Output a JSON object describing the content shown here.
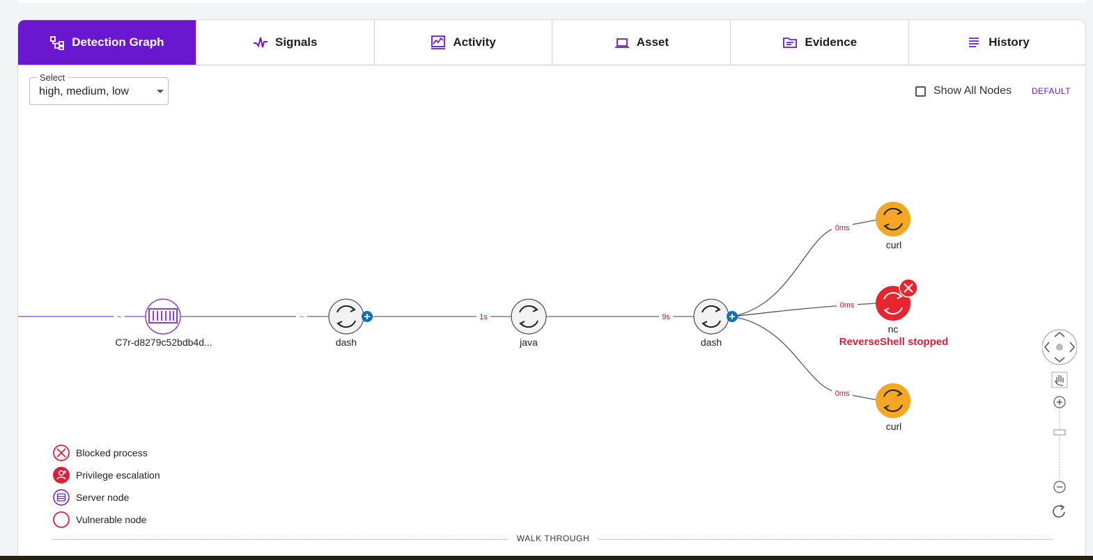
{
  "tabs": [
    {
      "label": "Detection Graph",
      "icon": "graph-icon",
      "active": true
    },
    {
      "label": "Signals",
      "icon": "pulse-icon",
      "active": false
    },
    {
      "label": "Activity",
      "icon": "activity-chart-icon",
      "active": false
    },
    {
      "label": "Asset",
      "icon": "laptop-icon",
      "active": false
    },
    {
      "label": "Evidence",
      "icon": "folder-icon",
      "active": false
    },
    {
      "label": "History",
      "icon": "list-icon",
      "active": false
    }
  ],
  "filter": {
    "label": "Select",
    "value": "high, medium, low"
  },
  "show_all_nodes": {
    "label": "Show All Nodes",
    "checked": false
  },
  "default_label": "DEFAULT",
  "graph": {
    "nodes": [
      {
        "id": "container",
        "label": "C7r-d8279c52bdb4d...",
        "type": "server"
      },
      {
        "id": "dash1",
        "label": "dash",
        "type": "process"
      },
      {
        "id": "java",
        "label": "java",
        "type": "process"
      },
      {
        "id": "dash2",
        "label": "dash",
        "type": "process"
      },
      {
        "id": "curl1",
        "label": "curl",
        "type": "process-alert"
      },
      {
        "id": "nc",
        "label": "nc",
        "type": "process-blocked",
        "status": "ReverseShell stopped"
      },
      {
        "id": "curl2",
        "label": "curl",
        "type": "process-alert"
      }
    ],
    "edges": [
      {
        "from": "root",
        "to": "container",
        "label": "~"
      },
      {
        "from": "container",
        "to": "dash1",
        "label": "~"
      },
      {
        "from": "dash1",
        "to": "java",
        "label": "1s"
      },
      {
        "from": "java",
        "to": "dash2",
        "label": "9s"
      },
      {
        "from": "dash2",
        "to": "curl1",
        "label": "0ms"
      },
      {
        "from": "dash2",
        "to": "nc",
        "label": "0ms"
      },
      {
        "from": "dash2",
        "to": "curl2",
        "label": "0ms"
      }
    ]
  },
  "legend": [
    {
      "label": "Blocked process",
      "icon": "blocked-icon"
    },
    {
      "label": "Privilege escalation",
      "icon": "privilege-escalation-icon"
    },
    {
      "label": "Server node",
      "icon": "server-node-icon"
    },
    {
      "label": "Vulnerable node",
      "icon": "vulnerable-node-icon"
    }
  ],
  "walkthrough_label": "WALK THROUGH",
  "colors": {
    "accent": "#6a17d0",
    "alert": "#f5a623",
    "danger": "#e8242f",
    "edge_label": "#c0143c",
    "expand": "#0f6fb5"
  }
}
